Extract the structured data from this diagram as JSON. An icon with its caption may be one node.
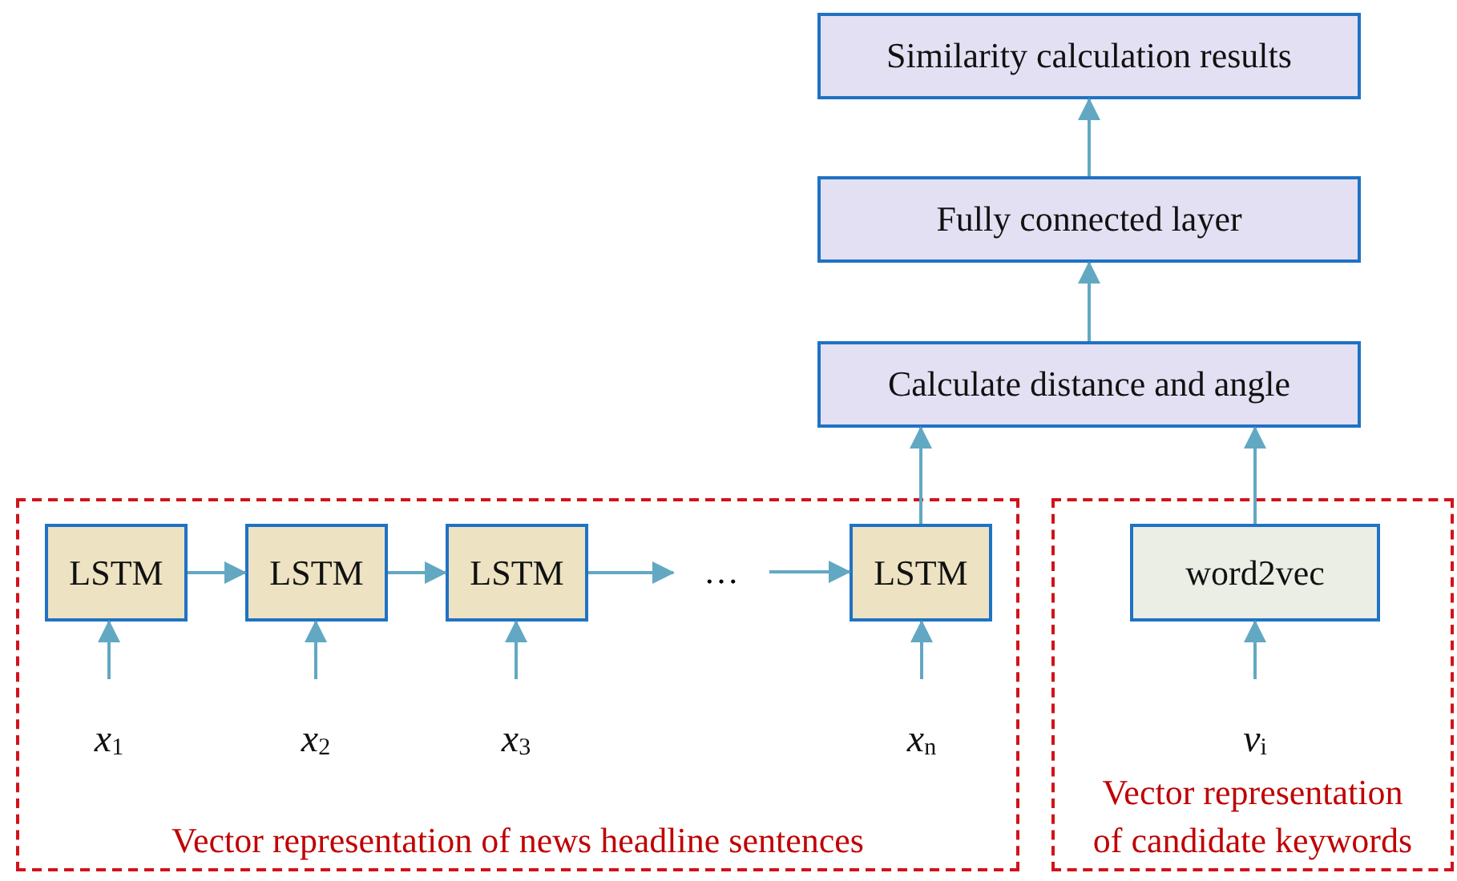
{
  "diagram": {
    "nodes": [
      {
        "text": [
          "Similarity calculation results"
        ]
      },
      {
        "text": [
          "Fully connected layer"
        ]
      },
      {
        "text": [
          "Calculate distance and angle"
        ]
      },
      {
        "text": [
          "Vector representation of news headline sentences"
        ]
      },
      {
        "text": [
          "LSTM"
        ],
        "in": 3
      },
      {
        "text": [
          "LSTM"
        ],
        "in": 3
      },
      {
        "text": [
          "LSTM"
        ],
        "in": 3
      },
      {
        "text": [
          "…"
        ],
        "in": 3
      },
      {
        "text": [
          "LSTM"
        ],
        "in": 3
      },
      {
        "text": [
          "*x*$_{1}$"
        ],
        "in": 3
      },
      {
        "text": [
          "*x*$_{2}$"
        ],
        "in": 3
      },
      {
        "text": [
          "*x*$_{3}$"
        ],
        "in": 3
      },
      {
        "text": [
          "*x*$_{n}$"
        ],
        "in": 3
      },
      {
        "text": [
          "Vector representation of candidate keywords"
        ]
      },
      {
        "text": [
          "word2vec"
        ],
        "in": 13
      },
      {
        "text": [
          "*v*$_{i}$"
        ],
        "in": 13
      }
    ],
    "edges": [
      {
        "from": 1,
        "to": 0,
        "arrow": "to"
      },
      {
        "from": 2,
        "to": 1,
        "arrow": "to"
      },
      {
        "from": 8,
        "to": 2,
        "arrow": "to"
      },
      {
        "from": 14,
        "to": 2,
        "arrow": "to"
      },
      {
        "from": 4,
        "to": 5,
        "arrow": "to"
      },
      {
        "from": 5,
        "to": 6,
        "arrow": "to"
      },
      {
        "from": 6,
        "to": 7,
        "arrow": "to"
      },
      {
        "from": 7,
        "to": 8,
        "arrow": "to"
      },
      {
        "from": 9,
        "to": 4,
        "arrow": "to"
      },
      {
        "from": 10,
        "to": 5,
        "arrow": "to"
      },
      {
        "from": 11,
        "to": 6,
        "arrow": "to"
      },
      {
        "from": 12,
        "to": 8,
        "arrow": "to"
      },
      {
        "from": 15,
        "to": 14,
        "arrow": "to"
      }
    ]
  }
}
